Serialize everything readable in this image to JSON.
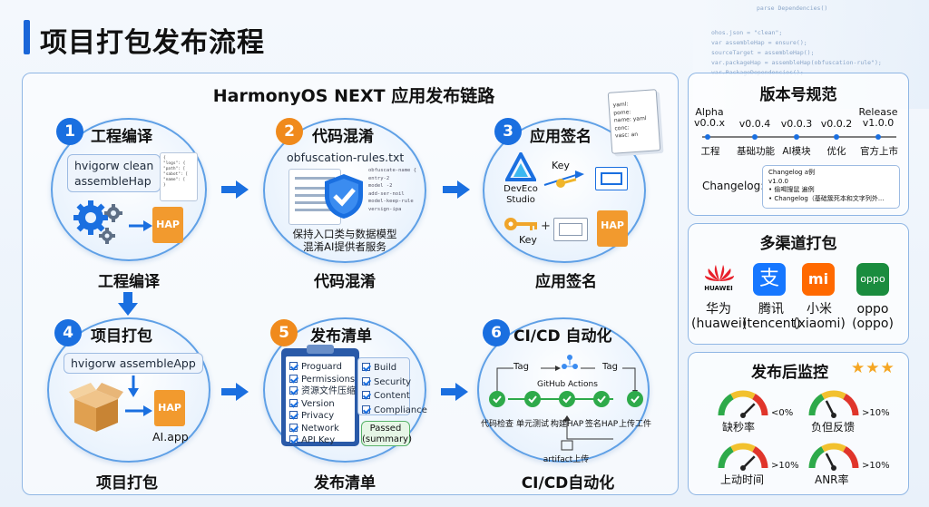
{
  "page": {
    "title": "项目打包发布流程"
  },
  "code_snippets": [
    "parse Dependencies()",
    "ohos.json = \"clean\";",
    "var assembleHap = ensure();",
    "sourceTarget = assembleHap();",
    "var.packageHap = assembleHap(obfuscation-rule\");",
    "var.PackageDependencies();"
  ],
  "flow": {
    "title": "HarmonyOS NEXT 应用发布链路",
    "steps": [
      {
        "num": "1",
        "name": "工程编译",
        "caption": "工程编译",
        "boxes": [
          "hvigorw clean",
          "assembleHap"
        ],
        "json_lines": [
          "{",
          "\"logs\": {",
          "\"path\": [",
          "\"sabot\": [",
          "\"name\": [",
          "}"
        ],
        "hap": "HAP"
      },
      {
        "num": "2",
        "name": "代码混淆",
        "caption": "代码混淆",
        "file": "obfuscation-rules.txt",
        "rules": [
          "obfuscate-name {",
          "entry-2",
          "model -2",
          "add-ser-noil",
          "model-keep-rule",
          "versign-ipa"
        ],
        "desc": [
          "保持入口类与数据模型",
          "混淆AI提供者服务"
        ]
      },
      {
        "num": "3",
        "name": "应用签名",
        "caption": "应用签名",
        "studio": [
          "DevEco",
          "Studio"
        ],
        "key1": "Key",
        "key2": "Key",
        "plus": "+",
        "hap": "HAP",
        "yaml_lines": [
          "yaml:",
          "pome:",
          "name: yaml",
          "conc:",
          "vasc: an"
        ]
      },
      {
        "num": "4",
        "name": "项目打包",
        "caption": "项目打包",
        "box": "hvigorw assembleApp",
        "hap": "HAP",
        "app": "AI.app"
      },
      {
        "num": "5",
        "name": "发布清单",
        "caption": "发布清单",
        "items": [
          "Proguard",
          "Permissions",
          "资源文件压缩",
          "Version",
          "Privacy",
          "Network",
          "API Key"
        ],
        "checks": [
          "Build",
          "Security",
          "Content",
          "Compliance"
        ],
        "passed": [
          "Passed",
          "(summary)"
        ]
      },
      {
        "num": "6",
        "name": "CI/CD 自动化",
        "caption": "CI/CD自动化",
        "tag1": "Tag",
        "tag2": "Tag",
        "actions": "GitHub Actions",
        "stages": [
          "代码检查",
          "单元测试",
          "构建HAP",
          "签名HAP",
          "上传工件"
        ],
        "artifact": "artifact上传"
      }
    ]
  },
  "version": {
    "title": "版本号规范",
    "points": [
      {
        "version": [
          "Alpha",
          "v0.0.x"
        ],
        "label": "工程"
      },
      {
        "version": [
          "v0.0.4"
        ],
        "label": "基础功能"
      },
      {
        "version": [
          "v0.0.3"
        ],
        "label": "AI模块"
      },
      {
        "version": [
          "v0.0.2"
        ],
        "label": "优化"
      },
      {
        "version": [
          "Release",
          "v1.0.0"
        ],
        "label": "官方上市"
      }
    ],
    "changelog_label": "Changelog:",
    "changelog_lines": [
      "Changelog a例",
      "v1.0.0",
      "• 偷喝搜鼠 遍例",
      "• Changelog（基础簇死本和文字列外..."
    ]
  },
  "channels": {
    "title": "多渠道打包",
    "items": [
      {
        "logo_text": "HUAWEI",
        "name": "华为",
        "id": "(huawei)",
        "color": "#e8202a"
      },
      {
        "logo_text": "支",
        "name": "腾讯",
        "id": "(tencent)",
        "color": "#1677ff"
      },
      {
        "logo_text": "mi",
        "name": "小米",
        "id": "(xiaomi)",
        "color": "#ff6900"
      },
      {
        "logo_text": "oppo",
        "name": "oppo",
        "id": "(oppo)",
        "color": "#1a8c3e"
      }
    ]
  },
  "monitor": {
    "title": "发布后监控",
    "stars": "★★★",
    "gauges": [
      {
        "label": "缺秒率",
        "side": "<0%",
        "level": 0.75
      },
      {
        "label": "负但反馈",
        "side": ">10%",
        "level": 0.35
      },
      {
        "label": "上动时间",
        "side": ">10%",
        "level": 0.75
      },
      {
        "label": "ANR率",
        "side": ">10%",
        "level": 0.35
      }
    ]
  },
  "colors": {
    "accent": "#1a66d8",
    "orange": "#f08a1c",
    "green": "#2eaa4a",
    "red": "#e0352b"
  }
}
